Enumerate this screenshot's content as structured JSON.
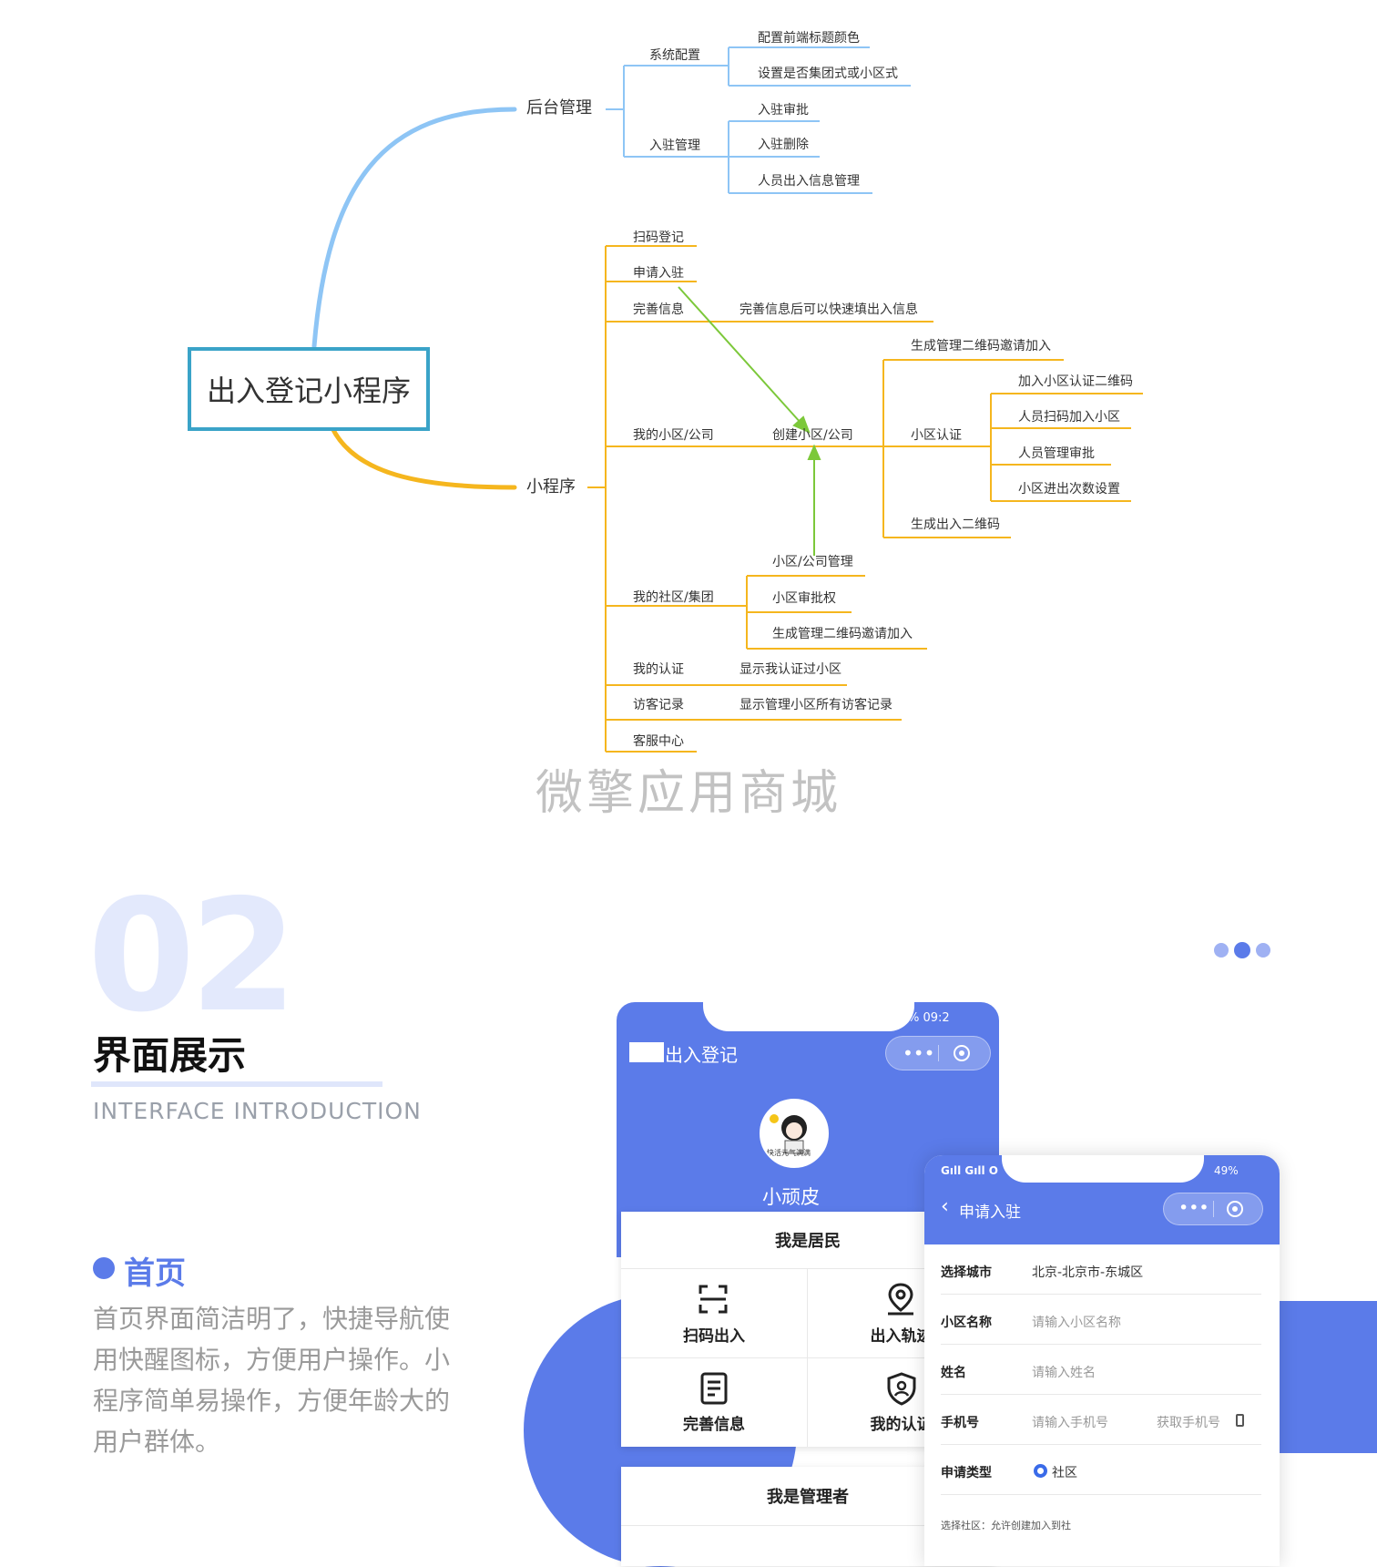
{
  "mindmap": {
    "root": "出入登记小程序",
    "branches": {
      "backend": "后台管理",
      "miniapp": "小程序"
    },
    "backend_nodes": {
      "system_config": "系统配置",
      "cfg_title_color": "配置前端标题颜色",
      "cfg_group_mode": "设置是否集团式或小区式",
      "settle_mgmt": "入驻管理",
      "settle_approve": "入驻审批",
      "settle_delete": "入驻删除",
      "person_info": "人员出入信息管理"
    },
    "miniapp_nodes": {
      "scan_register": "扫码登记",
      "apply_settle": "申请入驻",
      "complete_info": "完善信息",
      "complete_info_note": "完善信息后可以快速填出入信息",
      "my_community": "我的小区/公司",
      "create_community": "创建小区/公司",
      "gen_admin_qr": "生成管理二维码邀请加入",
      "community_auth": "小区认证",
      "join_auth_qr": "加入小区认证二维码",
      "scan_join": "人员扫码加入小区",
      "person_approve": "人员管理审批",
      "entry_count_setting": "小区进出次数设置",
      "gen_entry_qr": "生成出入二维码",
      "my_group": "我的社区/集团",
      "community_mgmt": "小区/公司管理",
      "community_approval_right": "小区审批权",
      "gen_admin_qr_2": "生成管理二维码邀请加入",
      "my_auth": "我的认证",
      "my_auth_note": "显示我认证过小区",
      "visit_records": "访客记录",
      "visit_records_note": "显示管理小区所有访客记录",
      "customer_service": "客服中心"
    },
    "watermark": "微擎应用商城",
    "colors": {
      "backend_line": "#8ec5f5",
      "miniapp_line": "#f5b61e",
      "root_border": "#3aa3c8",
      "arrow": "#7cc83a"
    }
  },
  "section": {
    "number": "02",
    "title": "界面展示",
    "subtitle": "INTERFACE INTRODUCTION",
    "feature_title": "首页",
    "feature_desc_lines": [
      "首页界面简洁明了，快捷导航使",
      "用快醒图标，方便用户操作。小",
      "程序简单易操作，方便年龄大的",
      "用户群体。"
    ],
    "accent": "#5b7be9"
  },
  "phone_home": {
    "status_right": "% 09:2",
    "title": "出入登记",
    "username": "小顽皮",
    "avatar_caption": "快活元气满满",
    "resident_header": "我是居民",
    "tiles": [
      {
        "label": "扫码出入",
        "icon": "scan-icon"
      },
      {
        "label": "出入轨迹",
        "icon": "location-icon"
      },
      {
        "label": "完善信息",
        "icon": "document-icon"
      },
      {
        "label": "我的认证",
        "icon": "shield-icon"
      }
    ],
    "admin_header": "我是管理者"
  },
  "phone_apply": {
    "status_left": "Gıll Gıll O",
    "status_right": "49%",
    "title": "申请入驻",
    "fields": [
      {
        "label": "选择城市",
        "value": "北京-北京市-东城区"
      },
      {
        "label": "小区名称",
        "value": "请输入小区名称"
      },
      {
        "label": "姓名",
        "value": "请输入姓名"
      },
      {
        "label": "手机号",
        "value": "请输入手机号"
      }
    ],
    "get_phone": "获取手机号",
    "apply_type_label": "申请类型",
    "apply_type_value": "社区",
    "footer_note": "选择社区：允许创建加入到社"
  }
}
